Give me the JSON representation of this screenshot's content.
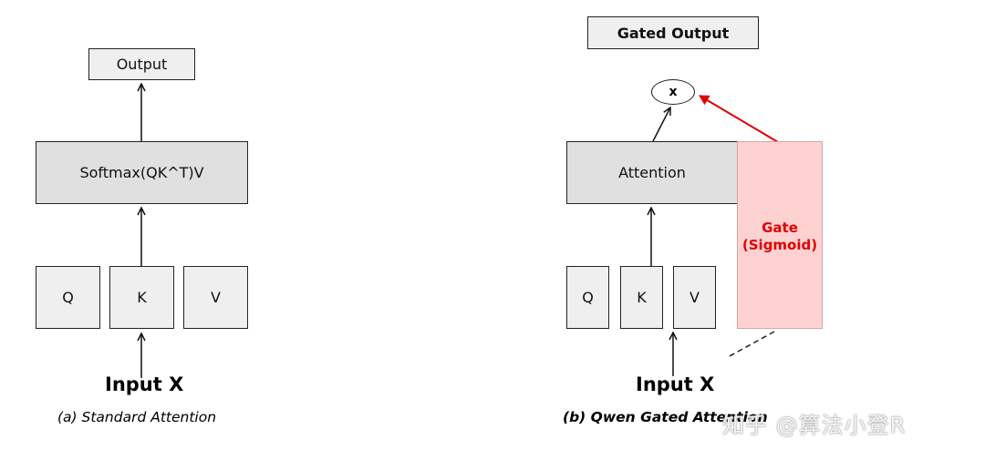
{
  "standard": {
    "output_label": "Output",
    "softmax_label": "Softmax(QK^T)V",
    "q_label": "Q",
    "k_label": "K",
    "v_label": "V",
    "input_label": "Input X",
    "caption": "(a) Standard Attention"
  },
  "gated": {
    "output_label": "Gated Output",
    "multiply_label": "x",
    "attention_label": "Attention",
    "gate_line1": "Gate",
    "gate_line2": "(Sigmoid)",
    "q_label": "Q",
    "k_label": "K",
    "v_label": "V",
    "input_label": "Input X",
    "caption": "(b) Qwen Gated Attention"
  },
  "watermark": "知乎 @算法小登R",
  "colors": {
    "gate_fill": "#ffd2d2",
    "gate_text": "#e00000",
    "box_fill_light": "#efefef",
    "box_fill_mid": "#e0e0e0"
  }
}
